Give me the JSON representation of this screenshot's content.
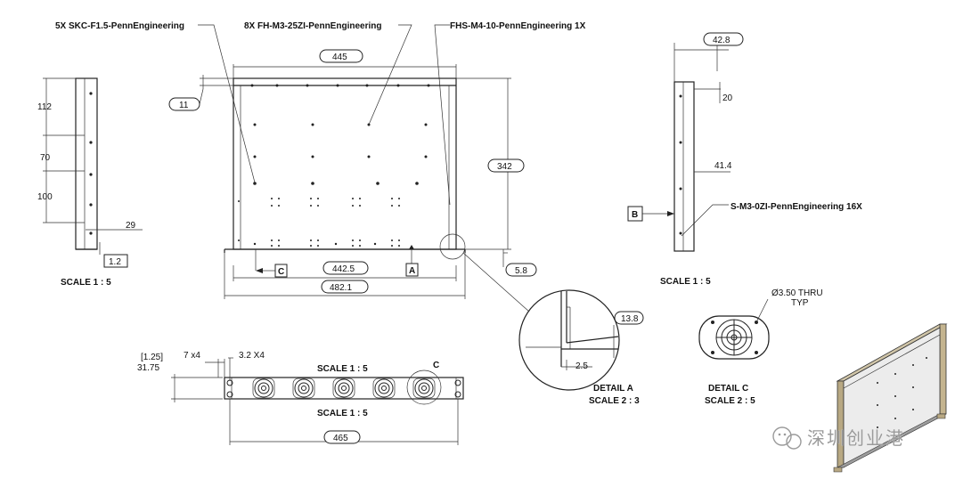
{
  "callouts": {
    "skc": "5X  SKC-F1.5-PennEngineering",
    "fh": "8X  FH-M3-25ZI-PennEngineering",
    "fhs": "FHS-M4-10-PennEngineering   1X",
    "sm3": "S-M3-0ZI-PennEngineering   16X"
  },
  "dimensions": {
    "d445": "445",
    "d11": "11",
    "d342": "342",
    "d442_5": "442.5",
    "d482_1": "482.1",
    "d5_8": "5.8",
    "d112": "112",
    "d70": "70",
    "d100": "100",
    "d29": "29",
    "d1_2": "1.2",
    "d42_8": "42.8",
    "d20": "20",
    "d41_4": "41.4",
    "d1_25": "[1.25]",
    "d31_75": "31.75",
    "d7x4": "7 x4",
    "d3_2x4": "3.2 X4",
    "d465": "465",
    "d13_8": "13.8",
    "d2_5": "2.5",
    "d3_50": "Ø3.50 THRU",
    "typ": "TYP"
  },
  "datums": {
    "a": "A",
    "b": "B",
    "c": "C",
    "c_detail": "C"
  },
  "scales": {
    "left": "SCALE 1 : 5",
    "right": "SCALE 1 : 5",
    "bottom_top": "SCALE 1 : 5",
    "bottom_under": "SCALE 1 : 5",
    "detail_a_title": "DETAIL A",
    "detail_a_scale": "SCALE 2 : 3",
    "detail_c_title": "DETAIL C",
    "detail_c_scale": "SCALE 2 : 5"
  },
  "watermark": {
    "text": "深圳创业港"
  },
  "colors": {
    "line": "#222222",
    "background": "#ffffff",
    "watermark": "#9a9a9a"
  }
}
